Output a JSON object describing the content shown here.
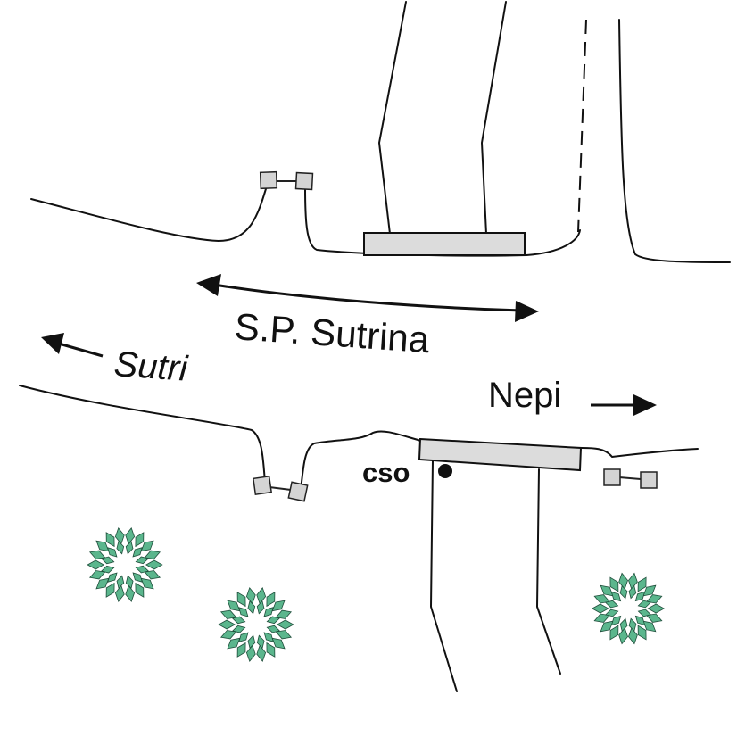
{
  "labels": {
    "road_name": "S.P. Sutrina",
    "direction_west": "Sutri",
    "direction_east": "Nepi",
    "site_code": "cso"
  },
  "colors": {
    "line": "#111111",
    "bridge_fill": "#dcdcdc",
    "signal_fill": "#d4d4d4",
    "tree_fill": "#5bb68d",
    "tree_outline": "#1f4e3b"
  }
}
